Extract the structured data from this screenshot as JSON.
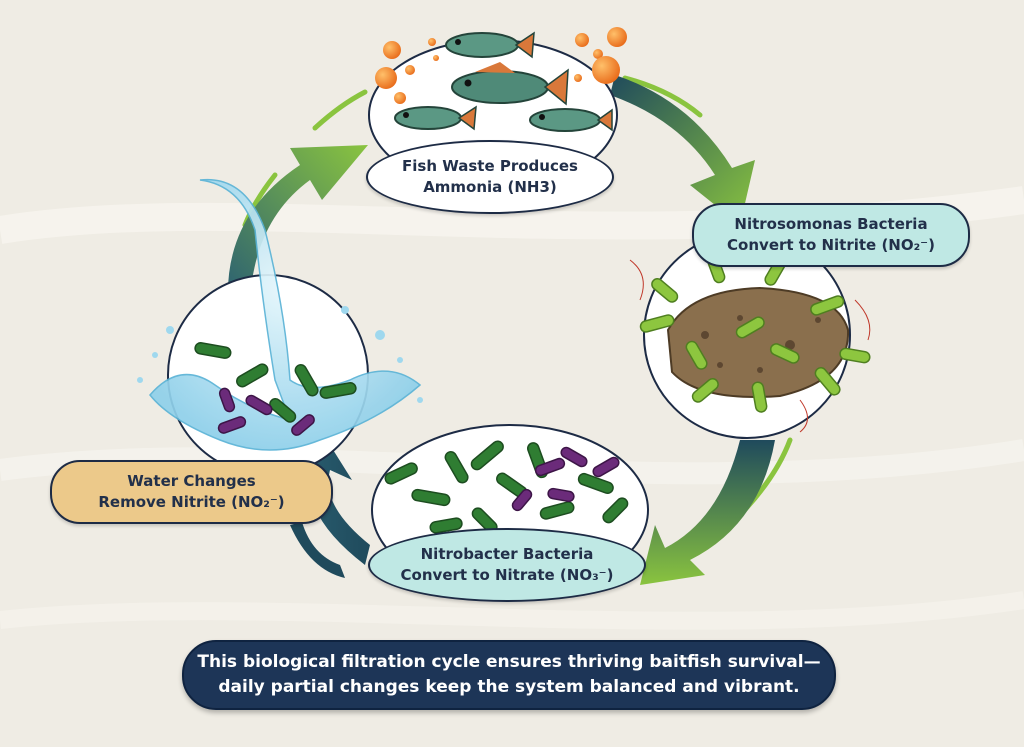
{
  "stages": {
    "ammonia": {
      "text": "Fish Waste Produces\nAmmonia (NH3)"
    },
    "nitrite": {
      "text": "Nitrosomonas Bacteria\nConvert to Nitrite (NO₂⁻)"
    },
    "nitrate": {
      "text": "Nitrobacter Bacteria\nConvert to Nitrate (NO₃⁻)"
    },
    "water_change": {
      "text": "Water Changes\nRemove Nitrite (NO₂⁻)"
    }
  },
  "caption": {
    "text": "This biological filtration cycle ensures thriving baitfish survival—\ndaily partial changes keep the system balanced and vibrant."
  },
  "icons": [
    "fish-icon",
    "bubble-icon",
    "bacteria-icon",
    "sponge-icon",
    "water-splash-icon",
    "cycle-arrow-icon"
  ],
  "colors": {
    "background": "#efece4",
    "arrow_dark": "#1f4a5c",
    "arrow_green": "#8ac43f",
    "bacteria_green": "#2f7d32",
    "bacteria_purple": "#6b2b7a",
    "bacteria_lime": "#8dc63f",
    "teal_label": "#bfe8e4",
    "tan_label": "#ecc98a",
    "caption_bg": "#1d3557",
    "water": "#9fd8ee",
    "bubble": "#f08a28",
    "fish": "#4f8a78"
  }
}
